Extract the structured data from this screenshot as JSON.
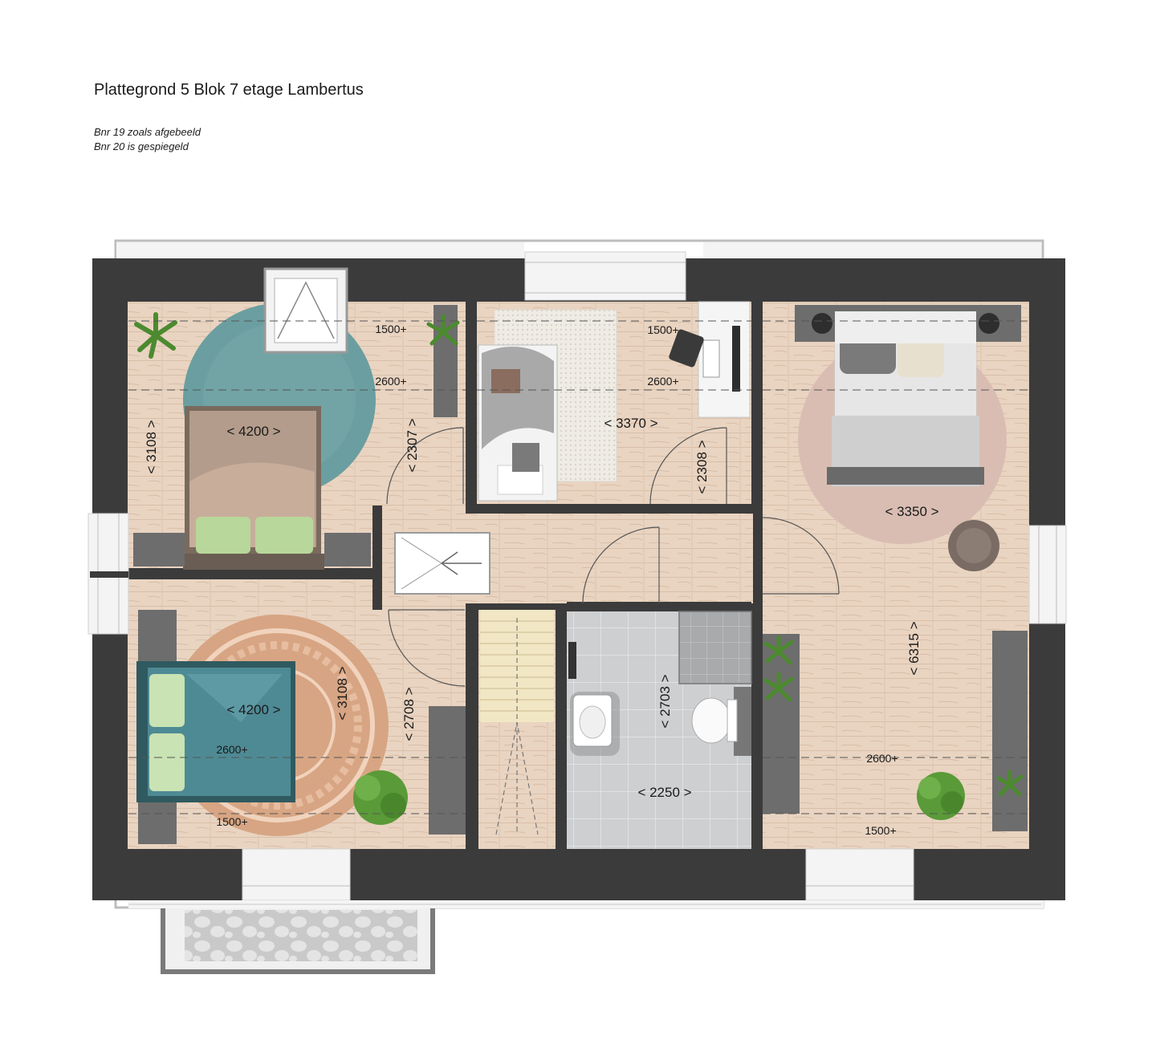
{
  "header": {
    "title": "Plattegrond 5 Blok 7 etage Lambertus",
    "note_1": "Bnr 19 zoals afgebeeld",
    "note_2": "Bnr 20 is gespiegeld"
  },
  "colors": {
    "wall": "#3b3b3b",
    "floor_wood": "#e8d2bf",
    "floor_tile": "#cfd0d1",
    "rug_teal": "#6b9ea0",
    "rug_pink": "#d8bcb2",
    "rug_orange": "#d9a583",
    "window_frame": "#f1f1f1",
    "plant": "#4c8a2f"
  },
  "icons": [
    "plant-icon",
    "bed-icon",
    "desk-icon",
    "chair-icon",
    "toilet-icon",
    "sink-icon",
    "stairs-icon",
    "door-swing-icon",
    "skylight-icon",
    "pouf-icon"
  ],
  "rooms": {
    "bedroom_top_left": {
      "width": "< 4200 >",
      "depth": "< 3108 >",
      "height_low": "1500+",
      "height_high": "2600+"
    },
    "bedroom_bottom_left": {
      "width": "< 4200 >",
      "depth": "< 3108 >",
      "height_low": "1500+",
      "height_high": "2600+"
    },
    "bedroom_middle": {
      "width": "< 3370 >",
      "height_low": "1500+",
      "height_high": "2600+"
    },
    "bedroom_right": {
      "width": "< 3350 >",
      "depth": "< 6315 >",
      "height_low": "1500+",
      "height_high": "2600+"
    },
    "bathroom": {
      "width": "< 2250 >",
      "depth": "< 2703 >"
    },
    "corridor": {
      "depth_upper": "< 2307 >",
      "depth_lower": "< 2708 >",
      "depth_middle": "< 2308 >"
    }
  }
}
